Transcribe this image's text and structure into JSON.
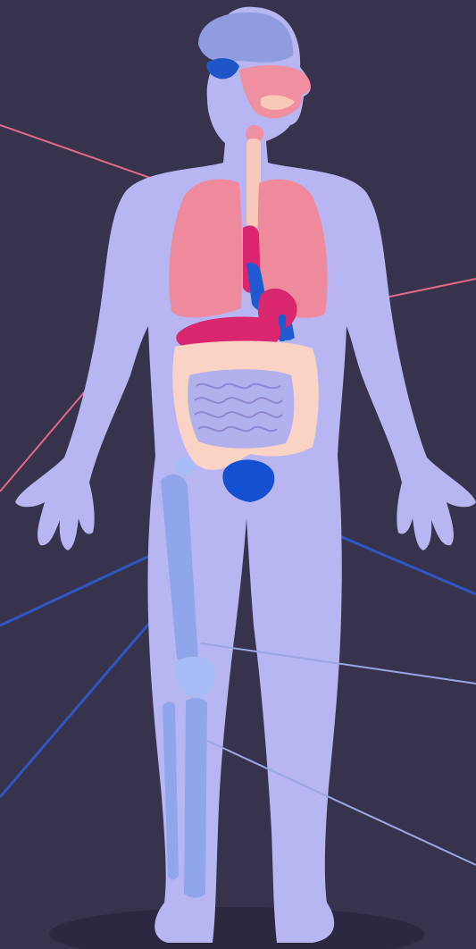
{
  "colors": {
    "background": "#37334d",
    "floor_shadow": "#2b2840",
    "body": "#b8b6f2",
    "brain": "#8f9ce0",
    "cerebellum": "#1e55c8",
    "airway": "#ef8fa0",
    "trachea": "#f8c9b8",
    "lungs": "#ee8a9c",
    "heart_vessels": "#d9266f",
    "veins": "#1f5ad1",
    "stomach_liver": "#d9266f",
    "large_intestine": "#fbd3c4",
    "small_intestine": "#b3b0ee",
    "intestine_lines": "#8f85d2",
    "bladder": "#1450d2",
    "bones": "#8fa6ea",
    "bone_joints": "#a7bcf4",
    "pointer_pink": "#e36a87",
    "pointer_blue": "#2f57c4",
    "pointer_pale": "#9aa6e6"
  },
  "labels": [],
  "regions": [
    {
      "name": "brain",
      "system": "nervous"
    },
    {
      "name": "nasal-airway",
      "system": "respiratory"
    },
    {
      "name": "lungs",
      "system": "respiratory"
    },
    {
      "name": "heart",
      "system": "circulatory"
    },
    {
      "name": "stomach",
      "system": "digestive"
    },
    {
      "name": "large-intestine",
      "system": "digestive"
    },
    {
      "name": "small-intestine",
      "system": "digestive"
    },
    {
      "name": "bladder",
      "system": "urinary"
    },
    {
      "name": "leg-skeleton",
      "system": "skeletal"
    }
  ]
}
